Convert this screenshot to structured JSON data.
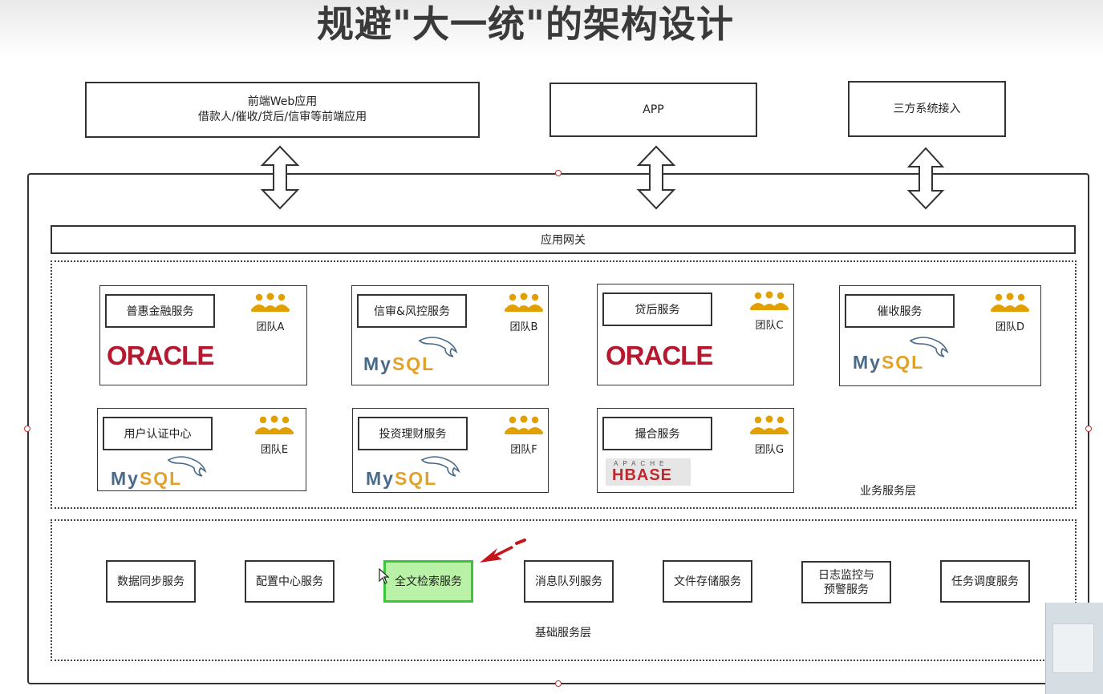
{
  "title": "规避\"大一统\"的架构设计",
  "clients": [
    {
      "line1": "前端Web应用",
      "line2": "借款人/催收/贷后/信审等前端应用"
    },
    {
      "line1": "APP",
      "line2": ""
    },
    {
      "line1": "三方系统接入",
      "line2": ""
    }
  ],
  "gateway": "应用网关",
  "business_layer": {
    "label": "业务服务层",
    "services": [
      {
        "name": "普惠金融服务",
        "team": "团队A",
        "db": "ORACLE"
      },
      {
        "name": "信审&风控服务",
        "team": "团队B",
        "db": "MySQL"
      },
      {
        "name": "贷后服务",
        "team": "团队C",
        "db": "ORACLE"
      },
      {
        "name": "催收服务",
        "team": "团队D",
        "db": "MySQL"
      },
      {
        "name": "用户认证中心",
        "team": "团队E",
        "db": "MySQL"
      },
      {
        "name": "投资理财服务",
        "team": "团队F",
        "db": "MySQL"
      },
      {
        "name": "撮合服务",
        "team": "团队G",
        "db": "HBASE"
      }
    ]
  },
  "db_logos": {
    "oracle": "ORACLE",
    "mysql_my": "My",
    "mysql_sql": "SQL",
    "hbase_apache": "APACHE",
    "hbase_name": "HBASE"
  },
  "base_layer": {
    "label": "基础服务层",
    "services": [
      {
        "name": "数据同步服务"
      },
      {
        "name": "配置中心服务"
      },
      {
        "name": "全文检索服务",
        "highlighted": true
      },
      {
        "name": "消息队列服务"
      },
      {
        "name": "文件存储服务"
      },
      {
        "name": "日志监控与预警服务"
      },
      {
        "name": "任务调度服务"
      }
    ]
  },
  "colors": {
    "oracle": "#b4192f",
    "mysql_blue": "#4a6a8a",
    "mysql_orange": "#e2a229",
    "team_icon": "#e2a000",
    "highlight_fill": "#b9f2a6",
    "highlight_border": "#3ac53a",
    "pointer_arrow": "#c4161c"
  }
}
